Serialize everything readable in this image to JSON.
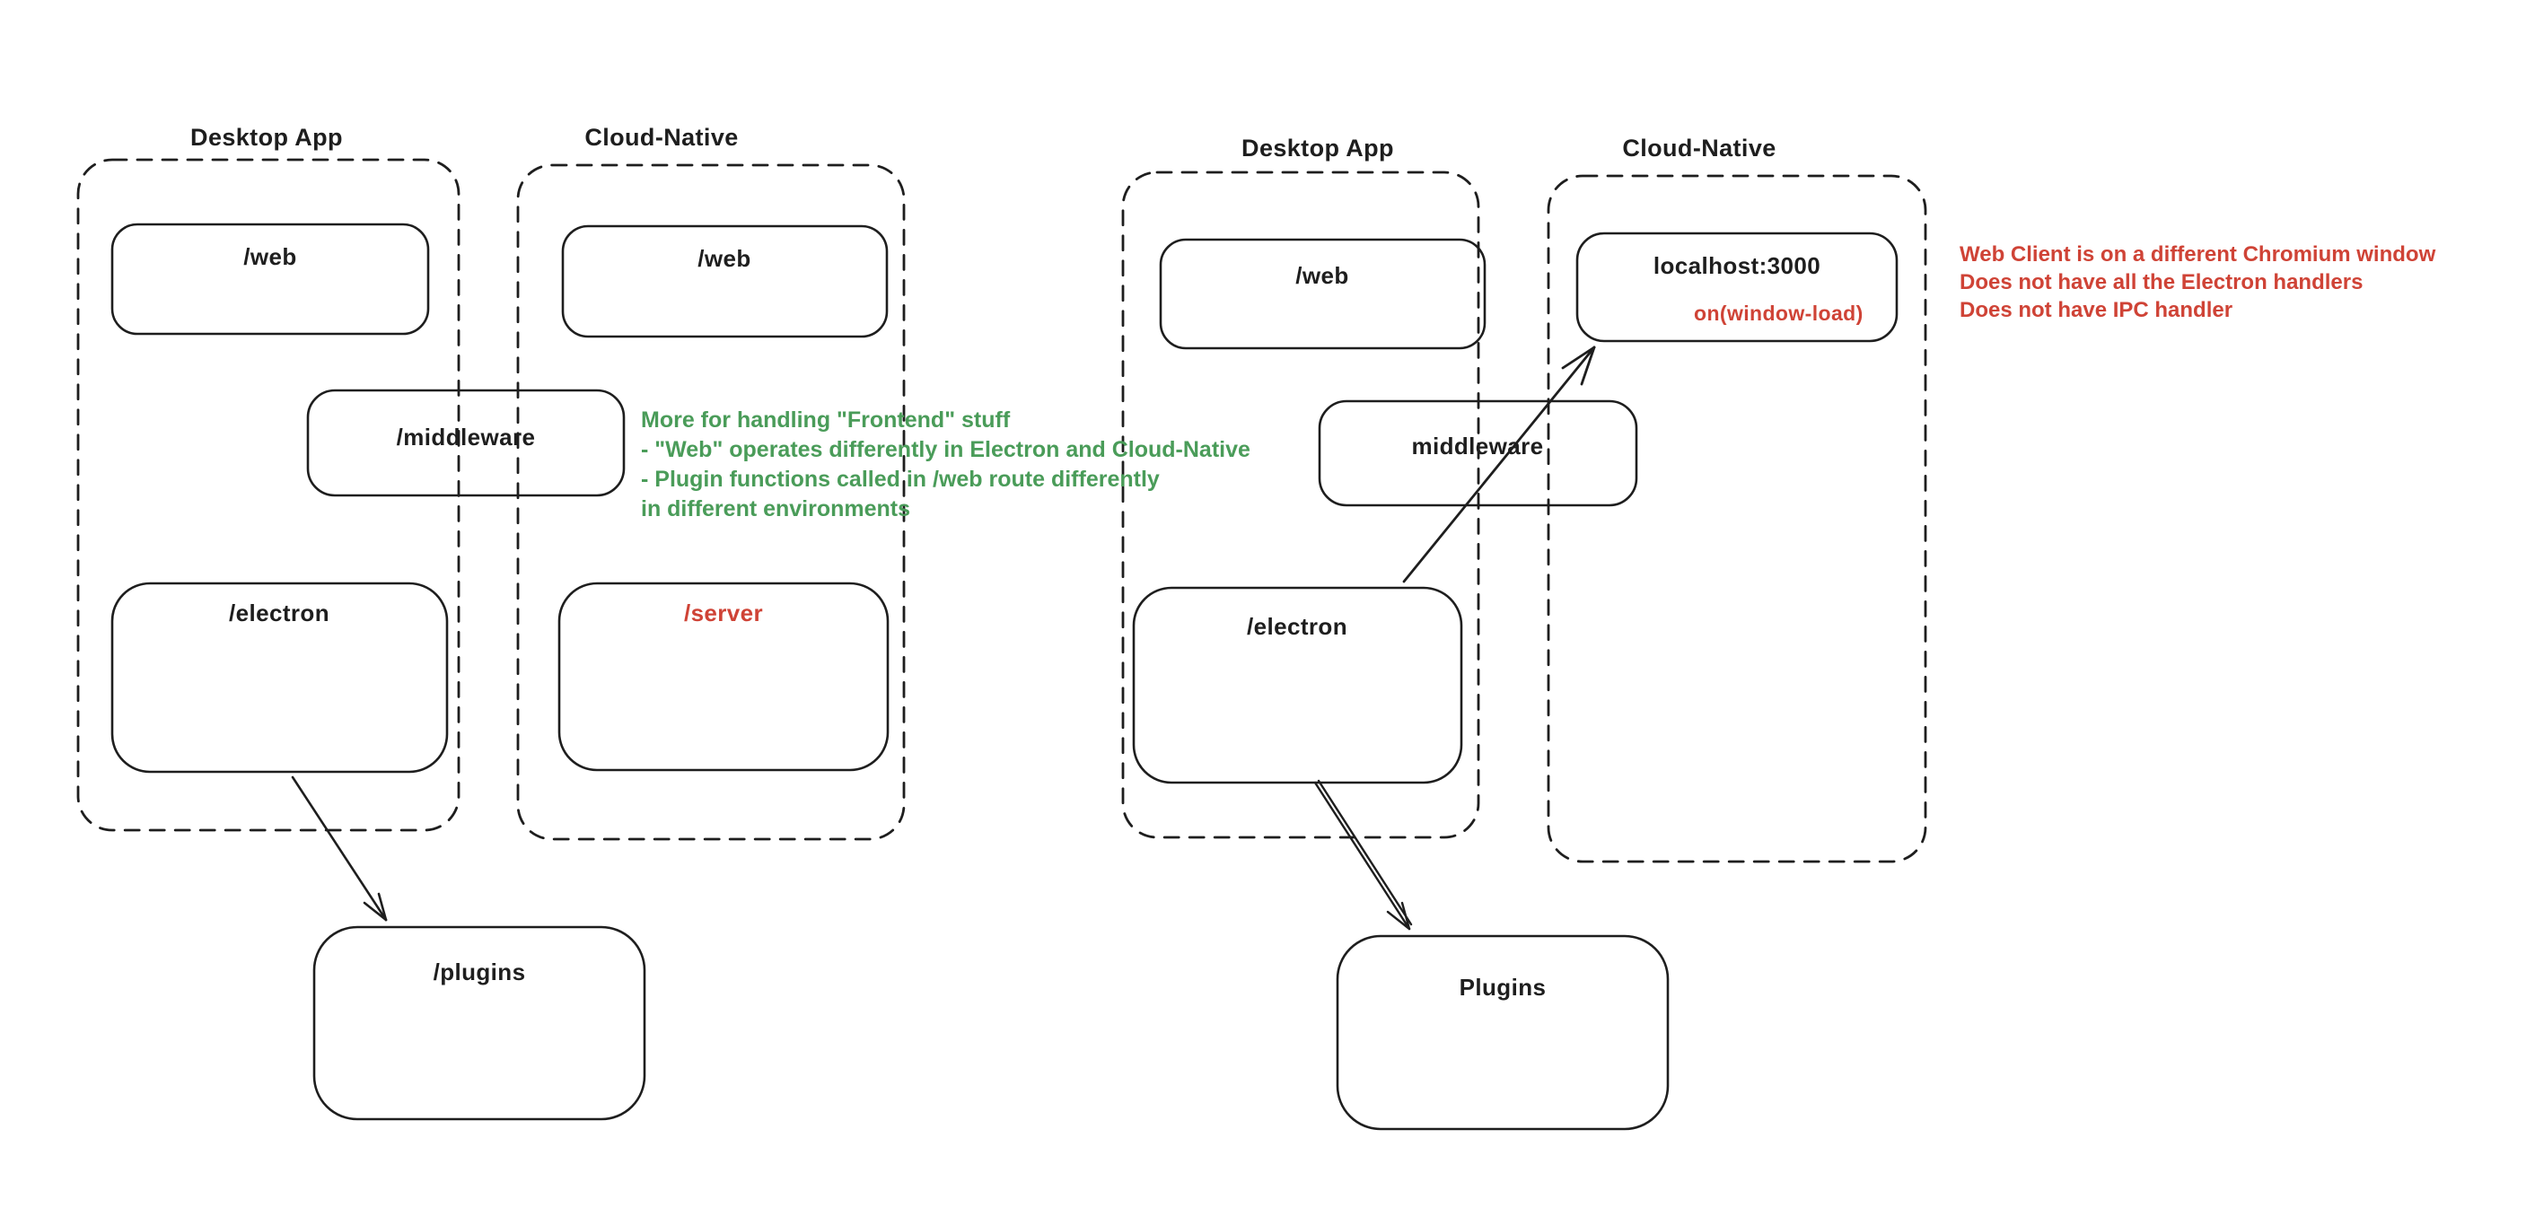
{
  "colors": {
    "stroke": "#1e1e1e",
    "green": "#4a9c59",
    "red": "#cf4336",
    "background": "#ffffff"
  },
  "left": {
    "desktop_label": "Desktop App",
    "cloud_label": "Cloud-Native",
    "web_desktop": "/web",
    "web_cloud": "/web",
    "middleware": "/middleware",
    "electron": "/electron",
    "server": "/server",
    "plugins": "/plugins",
    "green_note": {
      "line1": "More for handling \"Frontend\" stuff",
      "line2": "- \"Web\" operates differently in Electron and Cloud-Native",
      "line3": "- Plugin functions called in /web route differently",
      "line4": "in different environments"
    }
  },
  "right": {
    "desktop_label": "Desktop App",
    "cloud_label": "Cloud-Native",
    "web_desktop": "/web",
    "localhost": "localhost:3000",
    "window_load": "on(window-load)",
    "middleware": "middleware",
    "electron": "/electron",
    "plugins": "Plugins",
    "red_note": {
      "line1": "Web Client is on a different Chromium window",
      "line2": "Does not have all the Electron handlers",
      "line3": "Does not have IPC handler"
    }
  },
  "arrows": [
    {
      "from": "left /electron",
      "to": "left /plugins"
    },
    {
      "from": "right /electron",
      "to": "localhost:3000",
      "via": "middleware"
    },
    {
      "from": "right /electron",
      "to": "Plugins"
    }
  ]
}
